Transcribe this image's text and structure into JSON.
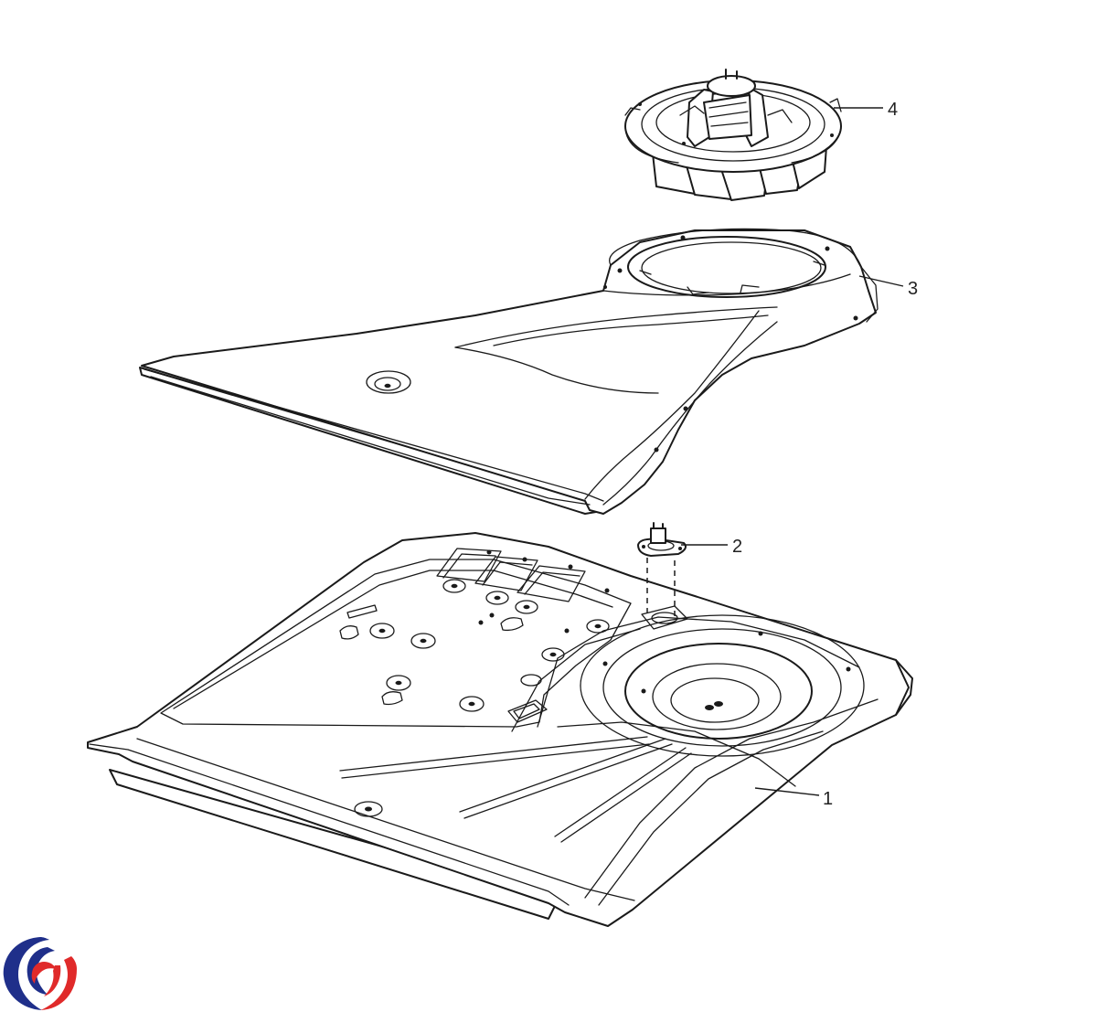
{
  "parts": [
    {
      "id": "base-panel",
      "callout": "1"
    },
    {
      "id": "thermostat",
      "callout": "2"
    },
    {
      "id": "fan-cover",
      "callout": "3"
    },
    {
      "id": "fan-motor",
      "callout": "4"
    }
  ],
  "colors": {
    "line": "#1a1a1a",
    "background": "#ffffff",
    "logo_blue": "#1f2f8a",
    "logo_red": "#e02a2a"
  },
  "logo": {
    "icon": "swirl-logo-icon"
  }
}
